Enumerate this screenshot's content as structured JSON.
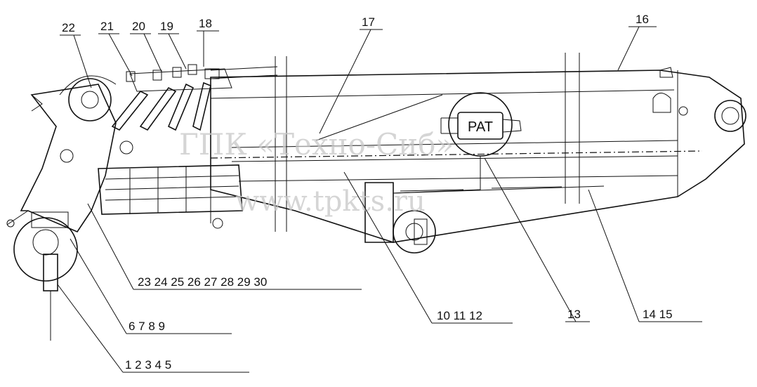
{
  "watermark": {
    "line1": "ГПК «Техно-Сиб»",
    "line2": "www.tpkts.ru"
  },
  "device_label": "PAT",
  "callouts": {
    "c1": "1 2 3 4 5",
    "c2": "6 7 8 9",
    "c3": "23 24 25 26 27 28 29 30",
    "c4": "10 11 12",
    "c5": "13",
    "c6": "14 15",
    "c7": "22",
    "c8": "21",
    "c9": "20",
    "c10": "19",
    "c11": "18",
    "c12": "17",
    "c13": "16"
  }
}
